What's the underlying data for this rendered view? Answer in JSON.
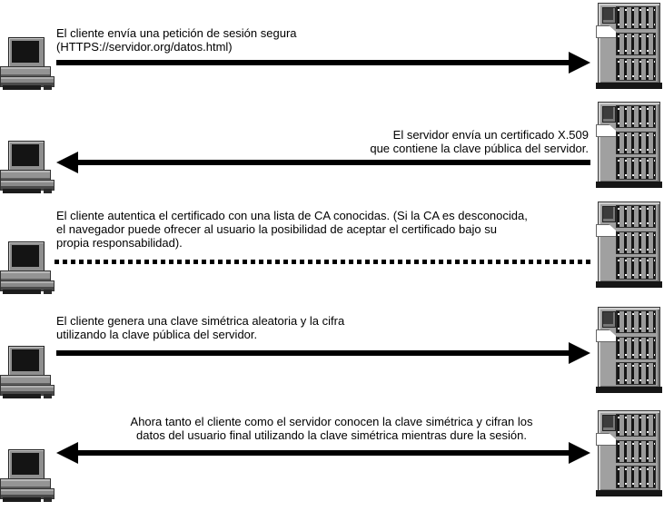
{
  "colors": {
    "background": "#ffffff",
    "text": "#000000",
    "arrow": "#000000",
    "icon_gray": "#9a9a9a",
    "icon_dark": "#1a1a1a"
  },
  "icons": {
    "left": "desktop-computer-icon",
    "right": "tower-server-icon"
  },
  "rows": [
    {
      "step": 1,
      "arrow": "solid-right",
      "from": "client",
      "to": "server",
      "lines": [
        "El cliente envía una petición de sesión segura",
        "(HTTPS://servidor.org/datos.html)"
      ]
    },
    {
      "step": 2,
      "arrow": "solid-left",
      "from": "server",
      "to": "client",
      "lines": [
        "El servidor envía un certificado X.509",
        "que contiene la clave pública del servidor."
      ]
    },
    {
      "step": 3,
      "arrow": "dotted-line-no-heads",
      "from": "client",
      "to": "client",
      "lines": [
        "El cliente autentica el certificado con una lista de CA conocidas. (Si la CA es desconocida,",
        "el navegador puede ofrecer al usuario la posibilidad de aceptar el certificado bajo su",
        "propia responsabilidad)."
      ]
    },
    {
      "step": 4,
      "arrow": "solid-right",
      "from": "client",
      "to": "server",
      "lines": [
        "El cliente genera una clave simétrica aleatoria y la cifra",
        "utilizando la clave pública del servidor."
      ]
    },
    {
      "step": 5,
      "arrow": "solid-both",
      "from": "both",
      "to": "both",
      "lines": [
        "Ahora tanto el cliente como el servidor conocen la clave simétrica y cifran los",
        "datos del usuario final utilizando la clave simétrica mientras dure la sesión."
      ]
    }
  ]
}
